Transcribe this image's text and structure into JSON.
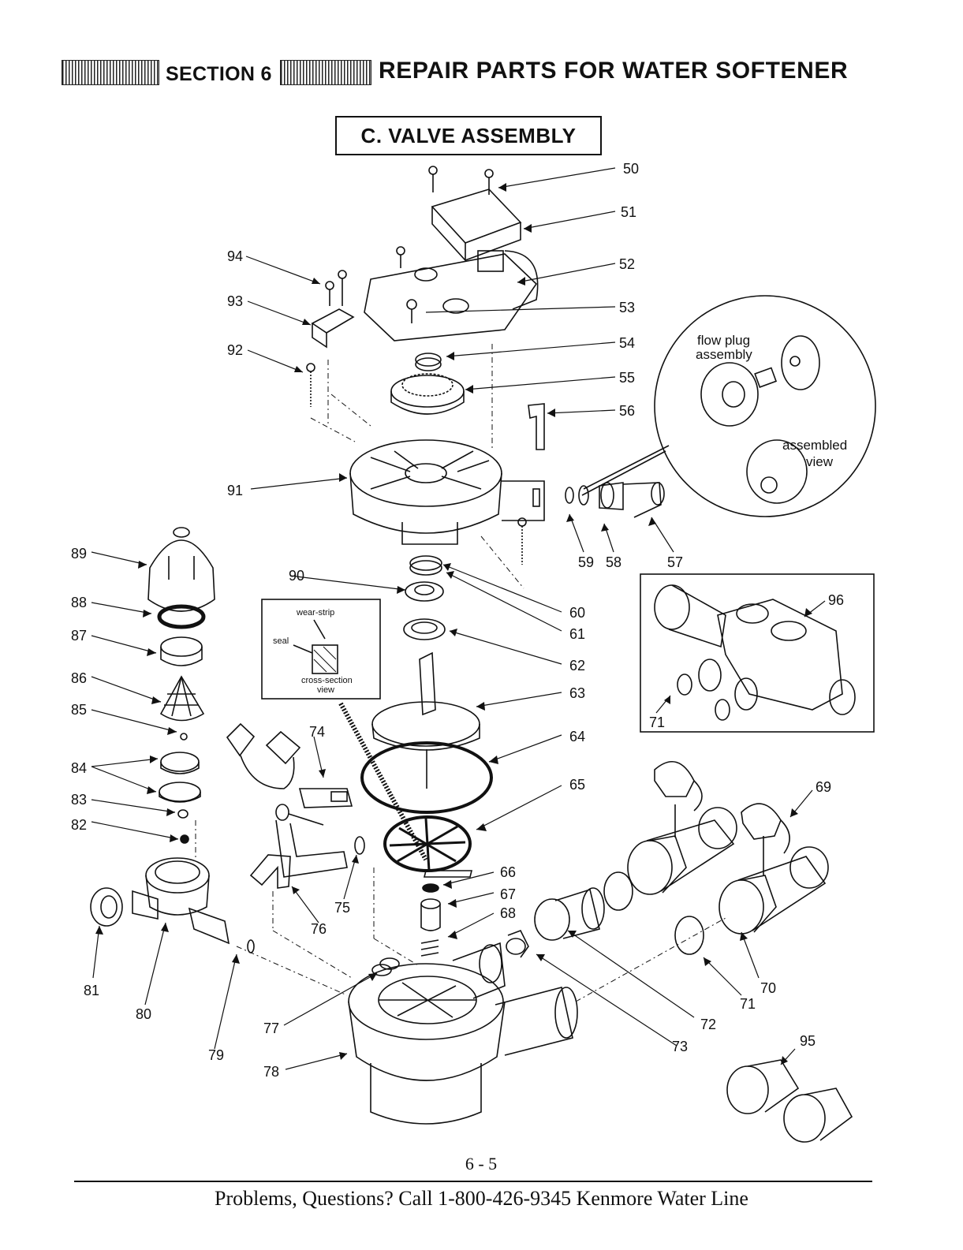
{
  "header": {
    "section_label": "SECTION 6",
    "title": "REPAIR PARTS FOR WATER SOFTENER"
  },
  "subtitle": "C. VALVE ASSEMBLY",
  "part_numbers": [
    "50",
    "51",
    "52",
    "53",
    "54",
    "55",
    "56",
    "57",
    "58",
    "59",
    "60",
    "61",
    "62",
    "63",
    "64",
    "65",
    "66",
    "67",
    "68",
    "69",
    "70",
    "71",
    "71",
    "72",
    "73",
    "74",
    "75",
    "76",
    "77",
    "78",
    "79",
    "80",
    "81",
    "82",
    "83",
    "84",
    "85",
    "86",
    "87",
    "88",
    "89",
    "90",
    "91",
    "92",
    "93",
    "94",
    "95",
    "96"
  ],
  "insets": {
    "flow_plug": {
      "title_line1": "flow plug",
      "title_line2": "assembly",
      "assembled_line1": "assembled",
      "assembled_line2": "view"
    },
    "seal_detail": {
      "wear_strip": "wear-strip",
      "seal": "seal",
      "cross_line1": "cross-section",
      "cross_line2": "view"
    }
  },
  "page_number": "6 - 5",
  "footer": "Problems, Questions? Call 1-800-426-9345 Kenmore Water Line"
}
